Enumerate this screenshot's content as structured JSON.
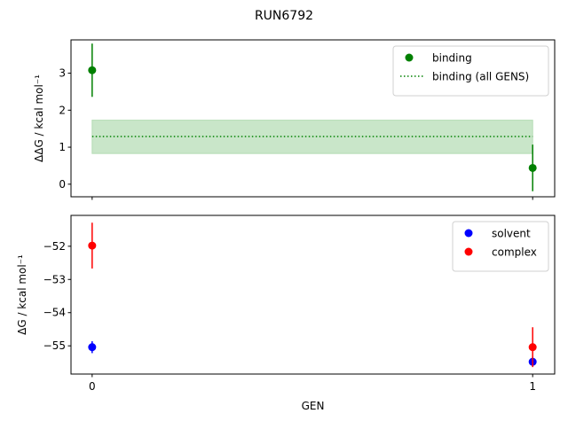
{
  "chart_data": [
    {
      "type": "scatter",
      "title": "RUN6792",
      "ylabel": "ΔΔG / kcal mol⁻¹",
      "xlabel": "",
      "xlim": [
        -0.048,
        1.05
      ],
      "ylim": [
        -0.34,
        3.9
      ],
      "yticks": [
        "0",
        "1",
        "2",
        "3"
      ],
      "xticks": [
        0,
        1
      ],
      "grid": false,
      "legend_position": "top-right",
      "series": [
        {
          "name": "binding",
          "kind": "points",
          "color": "#008000",
          "x": [
            0,
            1
          ],
          "y": [
            3.08,
            0.44
          ],
          "yerr": [
            0.72,
            0.63
          ]
        },
        {
          "name": "binding (all GENS)",
          "kind": "dotted-line-band",
          "color": "#008000",
          "band_color": "#c9e6c9",
          "x": [
            0,
            1
          ],
          "y": 1.29,
          "band": [
            0.83,
            1.73
          ]
        }
      ]
    },
    {
      "type": "scatter",
      "ylabel": "ΔG / kcal mol⁻¹",
      "xlabel": "GEN",
      "xlim": [
        -0.048,
        1.05
      ],
      "ylim": [
        -55.85,
        -51.07
      ],
      "yticks": [
        "−52",
        "−53",
        "−54",
        "−55"
      ],
      "xticks": [
        "0",
        "1"
      ],
      "grid": false,
      "legend_position": "top-right",
      "series": [
        {
          "name": "solvent",
          "color": "#0000ff",
          "x": [
            0,
            1
          ],
          "y": [
            -55.04,
            -55.48
          ],
          "yerr": [
            0.18,
            0.15
          ]
        },
        {
          "name": "complex",
          "color": "#ff0000",
          "x": [
            0,
            1
          ],
          "y": [
            -51.98,
            -55.04
          ],
          "yerr": [
            0.69,
            0.6
          ]
        }
      ]
    }
  ]
}
